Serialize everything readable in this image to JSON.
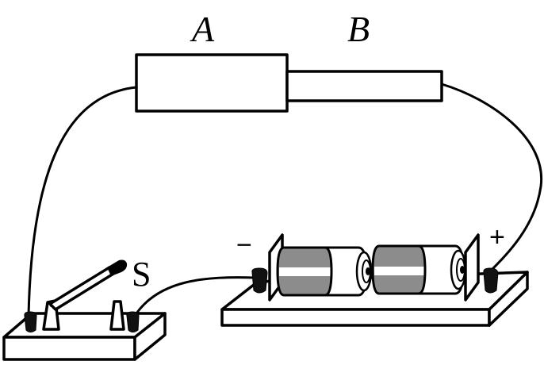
{
  "diagram": {
    "type": "electric-circuit",
    "labels": {
      "conductor_a": "A",
      "conductor_b": "B",
      "switch": "S",
      "negative_terminal": "−",
      "positive_terminal": "+"
    },
    "components": [
      {
        "id": "conductor-a",
        "kind": "thick-conductor",
        "label": "A"
      },
      {
        "id": "conductor-b",
        "kind": "thin-conductor",
        "label": "B"
      },
      {
        "id": "switch",
        "kind": "knife-switch",
        "label": "S",
        "state": "open"
      },
      {
        "id": "battery-pack",
        "kind": "battery-holder",
        "cells": 2
      }
    ],
    "colors": {
      "line": "#000000",
      "background": "#ffffff",
      "battery_body": "#8c8c8c",
      "terminal": "#111111"
    }
  }
}
